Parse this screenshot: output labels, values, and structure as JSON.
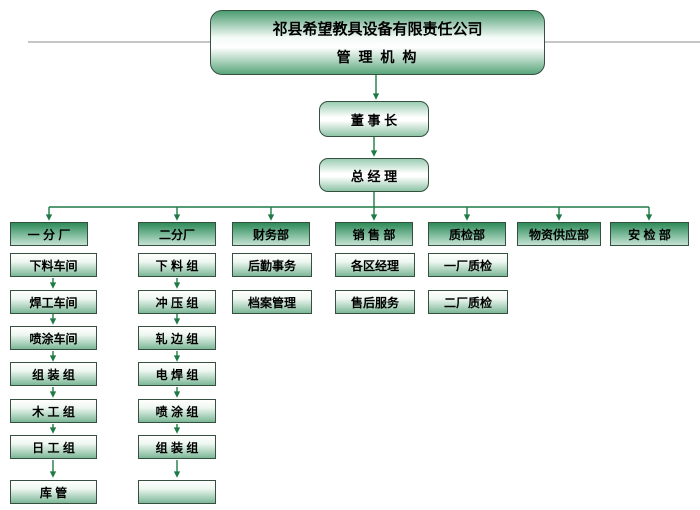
{
  "header": {
    "company": "祁县希望教具设备有限责任公司",
    "subtitle": "管 理 机 构"
  },
  "executives": {
    "chairman": "董 事 长",
    "general_manager": "总 经 理"
  },
  "branches": [
    {
      "label": "一 分 厂",
      "children": [
        "下料车间",
        "焊工车间",
        "喷涂车间",
        "组 装 组",
        "木 工 组",
        "日 工 组",
        "库 管"
      ]
    },
    {
      "label": "二分厂",
      "children": [
        "下 料 组",
        "冲 压 组",
        "轧 边 组",
        "电 焊 组",
        "喷 涂 组",
        "组 装 组",
        ""
      ]
    },
    {
      "label": "财务部",
      "children": [
        "后勤事务",
        "档案管理"
      ]
    },
    {
      "label": "销 售 部",
      "children": [
        "各区经理",
        "售后服务"
      ]
    },
    {
      "label": "质检部",
      "children": [
        "一厂质检",
        "二厂质检"
      ]
    },
    {
      "label": "物资供应部",
      "children": []
    },
    {
      "label": "安 检 部",
      "children": []
    }
  ],
  "colors": {
    "accent_dark_green": "#2f8a58",
    "accent_light_green": "#a9d4bd",
    "connector_green": "#1f7a46",
    "rule_gray": "#8c8c8c"
  }
}
